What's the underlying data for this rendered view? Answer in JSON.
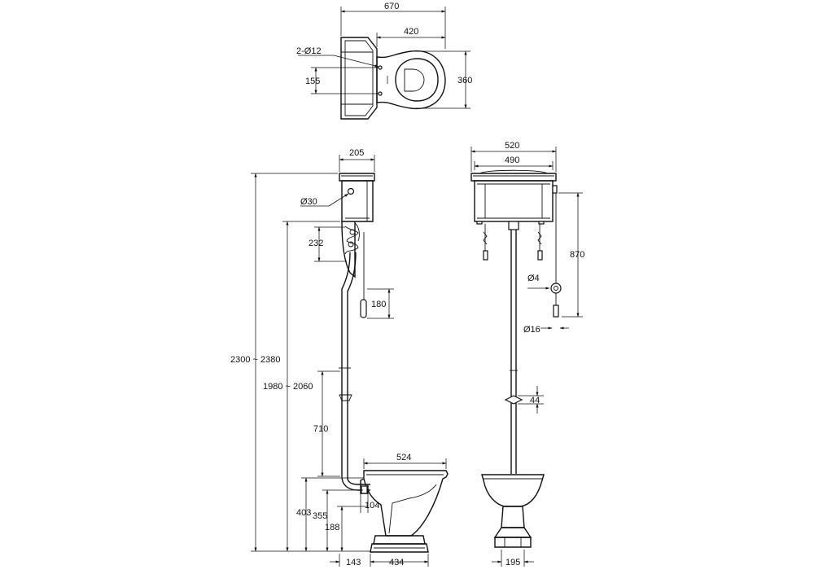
{
  "dimensions": {
    "top_width": "670",
    "top_bowl_width": "420",
    "top_holes": "2-Ø12",
    "top_hole_spacing": "155",
    "top_depth": "360",
    "side_cistern_depth": "205",
    "side_hole": "Ø30",
    "side_bracket": "232",
    "side_handle": "180",
    "side_total_height": "2300 ~ 2380",
    "side_cistern_height": "1980 ~ 2060",
    "side_pipe": "710",
    "side_bowl_length": "524",
    "side_403": "403",
    "side_355": "355",
    "side_188": "188",
    "side_outlet": "104",
    "side_offset": "143",
    "side_base": "434",
    "front_cistern_width": "520",
    "front_cistern_inner": "490",
    "front_chain": "870",
    "front_ring": "Ø4",
    "front_handle": "Ø16",
    "front_clamp": "44",
    "front_base": "195"
  }
}
